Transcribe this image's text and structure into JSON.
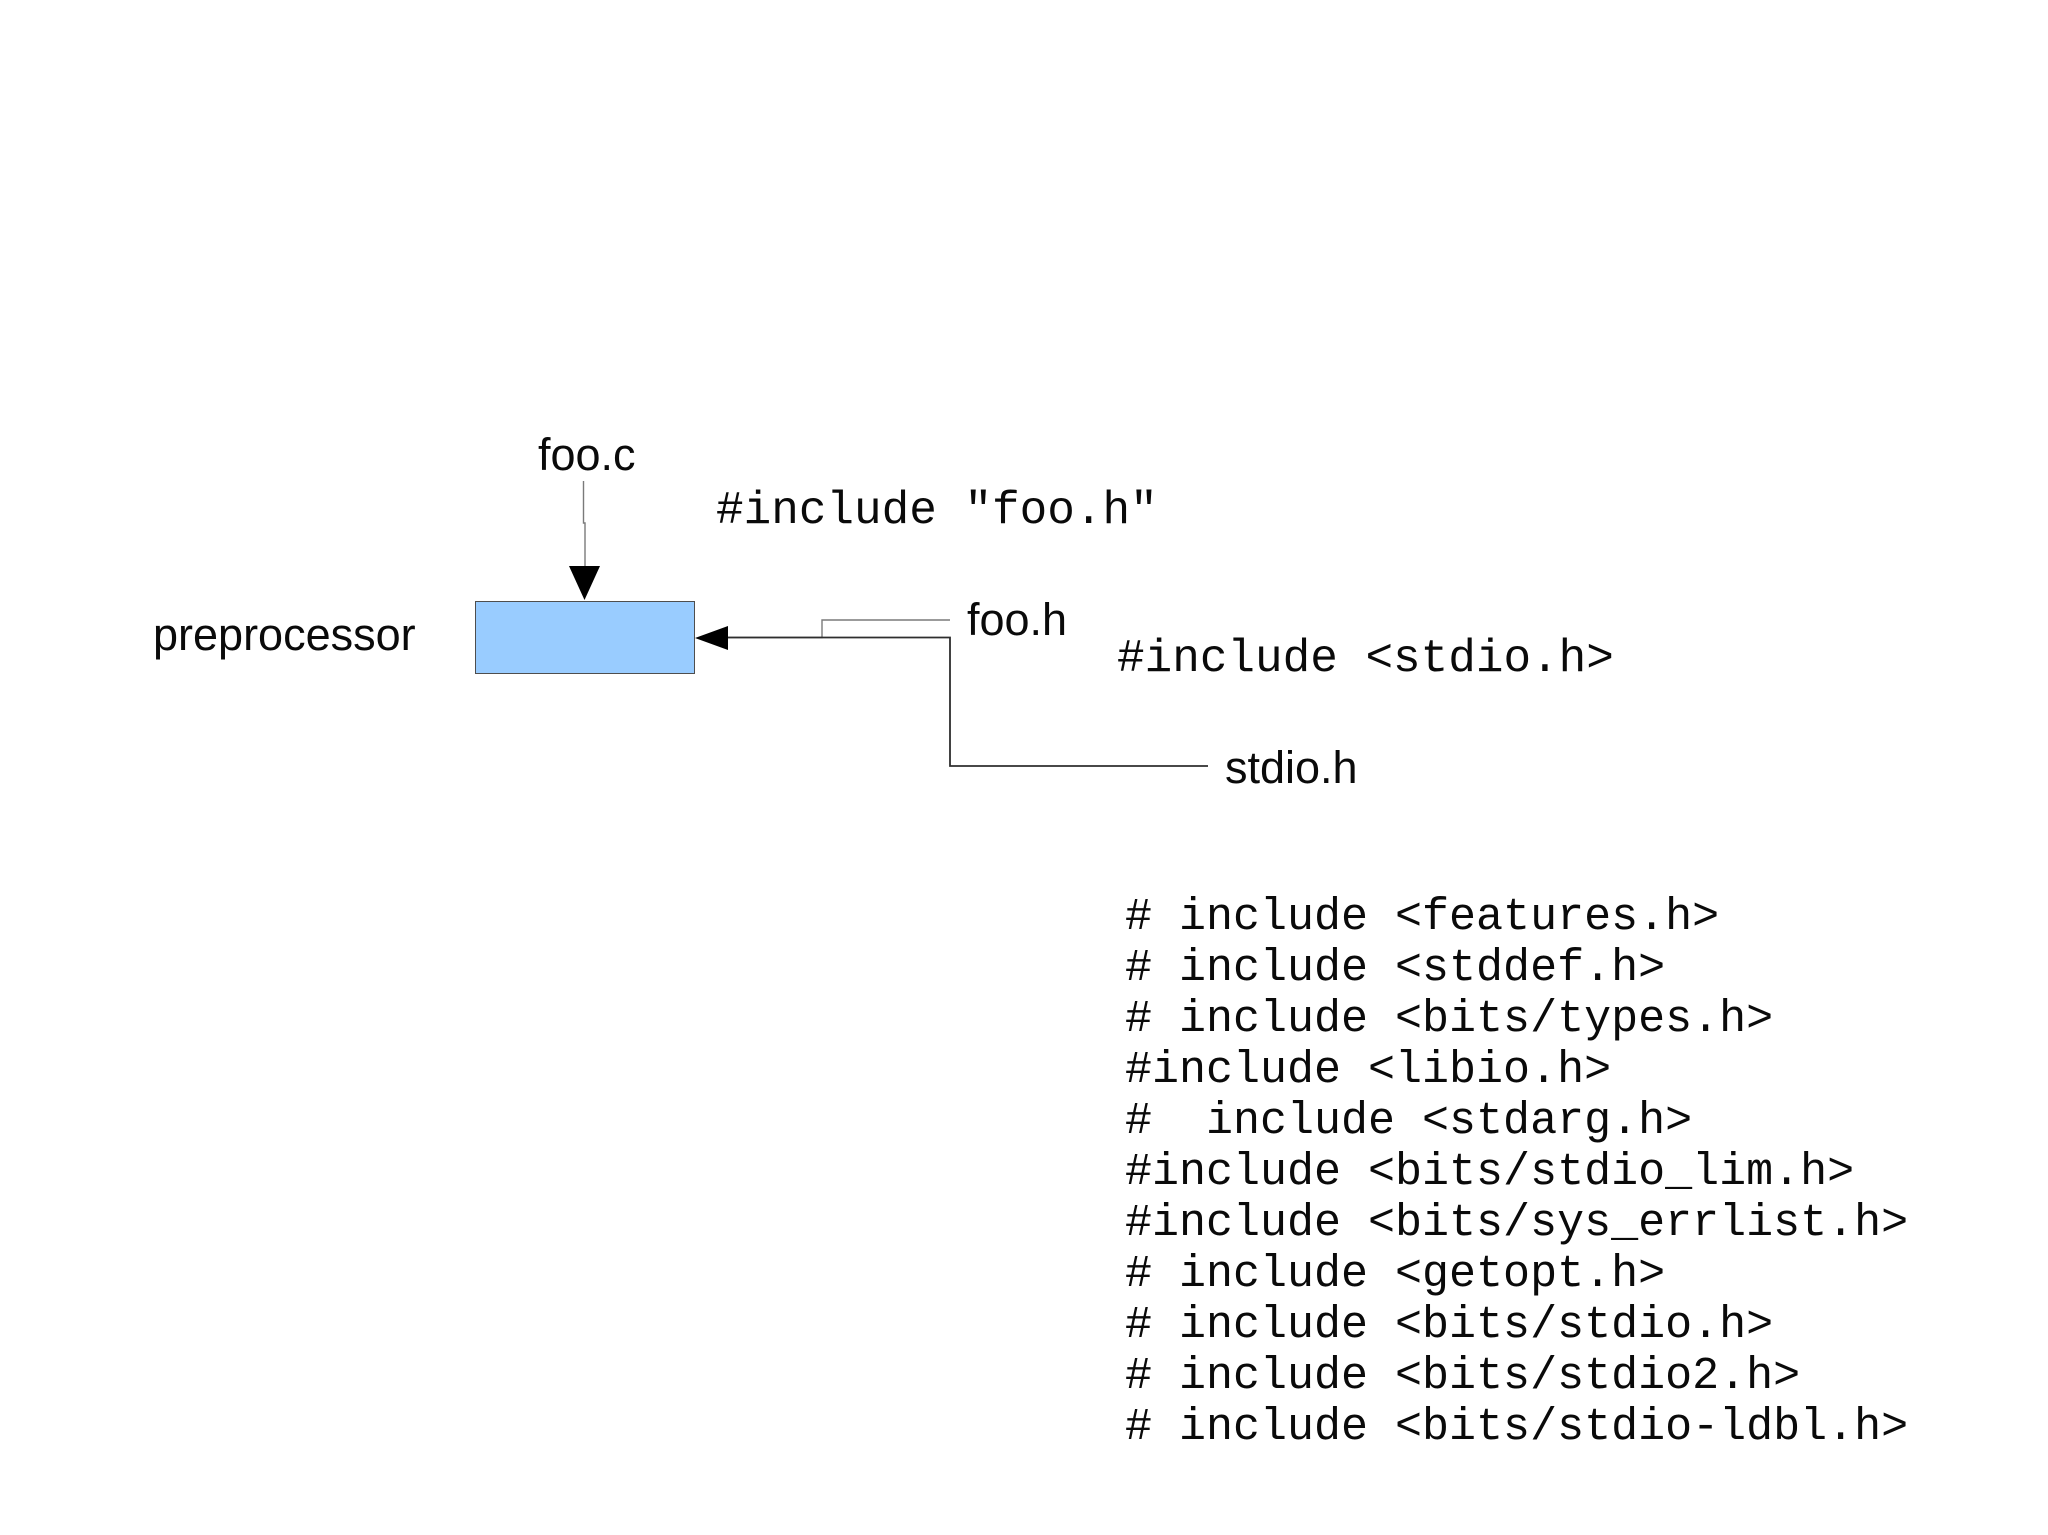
{
  "diagram": {
    "title_context": "C preprocessor include resolution",
    "labels": {
      "source_file": "foo.c",
      "preprocessor": "preprocessor",
      "header1": "foo.h",
      "header2": "stdio.h"
    },
    "directives": {
      "include_foo": "#include \"foo.h\"",
      "include_stdio": "#include <stdio.h>"
    },
    "stdio_contents": [
      "# include <features.h>",
      "# include <stddef.h>",
      "# include <bits/types.h>",
      "#include <libio.h>",
      "#  include <stdarg.h>",
      "#include <bits/stdio_lim.h>",
      "#include <bits/sys_errlist.h>",
      "# include <getopt.h>",
      "# include <bits/stdio.h>",
      "# include <bits/stdio2.h>",
      "# include <bits/stdio-ldbl.h>"
    ],
    "colors": {
      "box_fill": "#99ccff",
      "box_border": "#4e4e4e",
      "thin_line": "#7a7a7a",
      "dark_line": "#2e2e2e",
      "arrow": "#000000",
      "text": "#0a0a0a"
    }
  }
}
